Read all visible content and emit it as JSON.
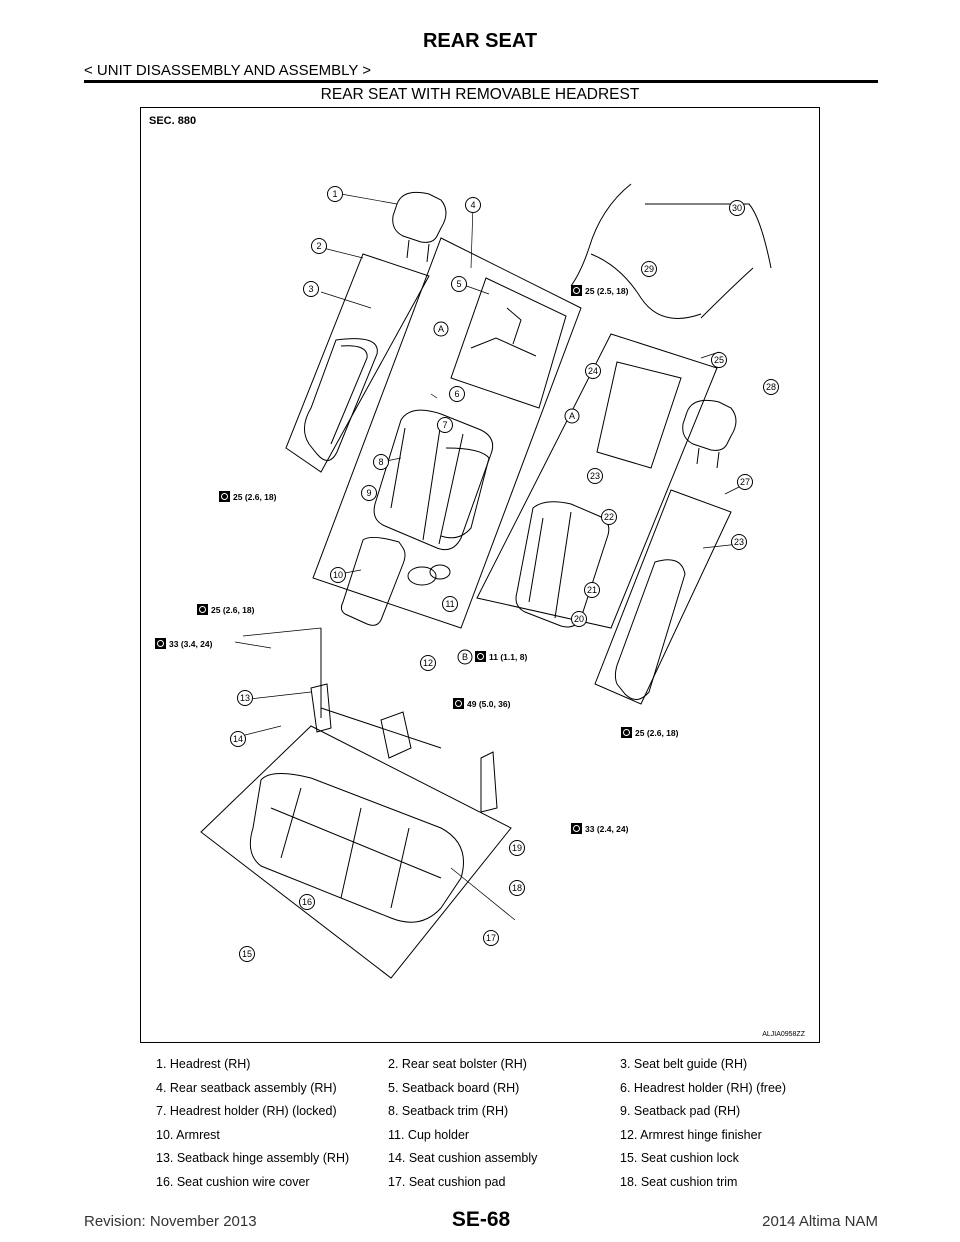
{
  "header": {
    "title": "REAR SEAT",
    "breadcrumb": "< UNIT DISASSEMBLY AND ASSEMBLY >",
    "subtitle": "REAR SEAT WITH REMOVABLE HEADREST"
  },
  "figure": {
    "section": "SEC. 880",
    "code": "ALJIA0958ZZ",
    "callouts": [
      "1",
      "2",
      "3",
      "4",
      "5",
      "6",
      "7",
      "8",
      "9",
      "10",
      "11",
      "12",
      "13",
      "14",
      "15",
      "16",
      "17",
      "18",
      "19",
      "20",
      "21",
      "22",
      "23",
      "23",
      "24",
      "25",
      "27",
      "28",
      "29",
      "30"
    ],
    "letters": [
      "A",
      "A",
      "B"
    ],
    "torques": [
      "25 (2.5, 18)",
      "25 (2.6, 18)",
      "25 (2.6, 18)",
      "33 (3.4, 24)",
      "11 (1.1, 8)",
      "49 (5.0, 36)",
      "25 (2.6, 18)",
      "33 (2.4, 24)"
    ]
  },
  "legend": [
    [
      "1.   Headrest (RH)",
      "2.   Rear seat bolster (RH)",
      "3.   Seat belt guide (RH)"
    ],
    [
      "4.   Rear seatback assembly (RH)",
      "5.   Seatback board (RH)",
      "6.   Headrest holder (RH) (free)"
    ],
    [
      "7.   Headrest holder (RH) (locked)",
      "8.   Seatback trim (RH)",
      "9.   Seatback pad (RH)"
    ],
    [
      "10.  Armrest",
      "11.  Cup holder",
      "12.  Armrest hinge finisher"
    ],
    [
      "13.  Seatback hinge assembly (RH)",
      "14.  Seat cushion assembly",
      "15.  Seat cushion lock"
    ],
    [
      "16.  Seat cushion wire cover",
      "17.  Seat cushion pad",
      "18.  Seat cushion trim"
    ]
  ],
  "footer": {
    "revision": "Revision: November 2013",
    "page": "SE-68",
    "model": "2014 Altima NAM"
  }
}
